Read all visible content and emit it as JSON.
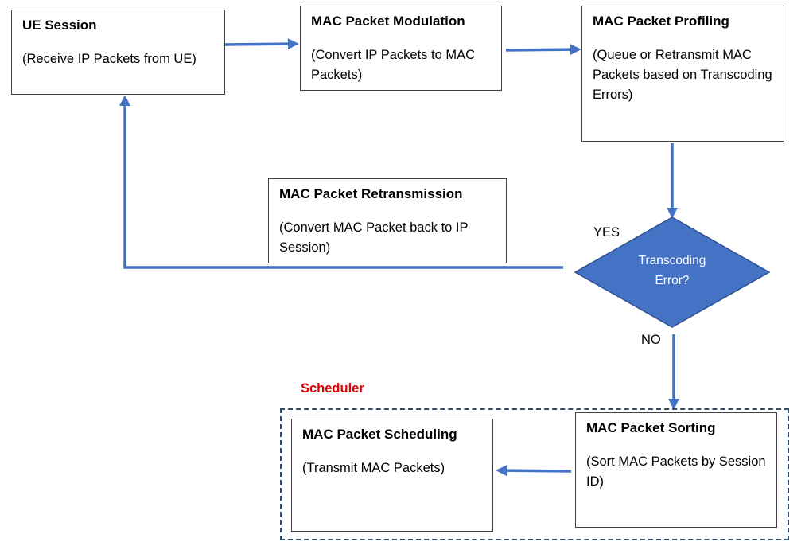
{
  "nodes": {
    "ue_session": {
      "title": "UE Session",
      "desc": "(Receive IP Packets from UE)"
    },
    "modulation": {
      "title": "MAC Packet Modulation",
      "desc": "(Convert IP Packets to MAC Packets)"
    },
    "profiling": {
      "title": "MAC Packet Profiling",
      "desc": "(Queue or Retransmit MAC Packets based on Transcoding Errors)"
    },
    "retransmission": {
      "title": "MAC Packet Retransmission",
      "desc": "(Convert MAC Packet back to IP Session)"
    },
    "sorting": {
      "title": "MAC Packet Sorting",
      "desc": "(Sort MAC Packets by Session ID)"
    },
    "scheduling": {
      "title": "MAC Packet Scheduling",
      "desc": "(Transmit MAC Packets)"
    }
  },
  "decision": {
    "line1": "Transcoding",
    "line2": "Error?",
    "yes_label": "YES",
    "no_label": "NO"
  },
  "group": {
    "label": "Scheduler"
  },
  "colors": {
    "arrow": "#4472c4",
    "diamond_fill": "#4472c4",
    "diamond_stroke": "#2f528f",
    "group_border": "#2f4b70",
    "group_label": "#e00000"
  }
}
